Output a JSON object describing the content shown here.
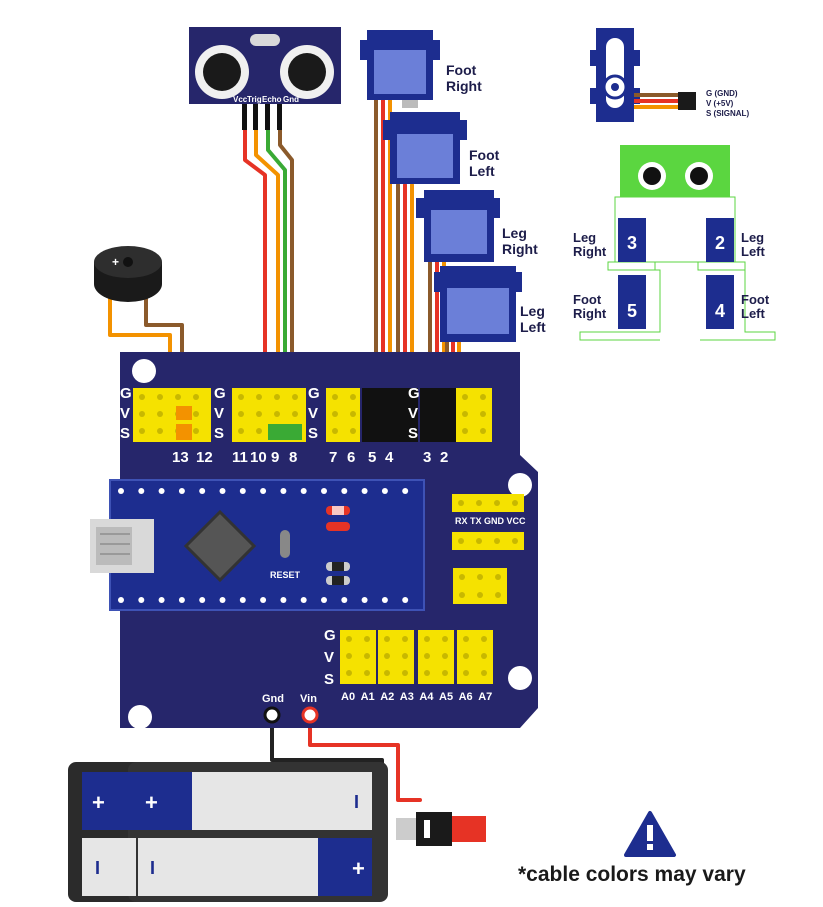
{
  "sensor": {
    "pins": [
      "Vcc",
      "Trig",
      "Echo",
      "Gnd"
    ]
  },
  "servos": {
    "foot_right": "Foot\nRight",
    "foot_left": "Foot\nLeft",
    "leg_right": "Leg\nRight",
    "leg_left": "Leg\nLeft"
  },
  "servo_legend": [
    "G (GND)",
    "V (+5V)",
    "S (SIGNAL)"
  ],
  "robot": {
    "leg_right": {
      "label": "Leg\nRight",
      "num": "3"
    },
    "leg_left": {
      "label": "Leg\nLeft",
      "num": "2"
    },
    "foot_right": {
      "label": "Foot\nRight",
      "num": "5"
    },
    "foot_left": {
      "label": "Foot\nLeft",
      "num": "4"
    }
  },
  "buzzer": {
    "sign": "+"
  },
  "shield": {
    "row_letters": [
      "G",
      "V",
      "S"
    ],
    "digital_groups": [
      {
        "letters": [
          "G",
          "V",
          "S"
        ],
        "pins": [
          "13",
          "12"
        ]
      },
      {
        "letters": [
          "G",
          "V",
          "S"
        ],
        "pins": [
          "11",
          "10",
          "9",
          "8"
        ]
      },
      {
        "letters": [
          "G",
          "V",
          "S"
        ],
        "pins": [
          "7",
          "6",
          "5",
          "4"
        ]
      },
      {
        "letters": [
          "G",
          "V",
          "S"
        ],
        "pins": [
          "3",
          "2"
        ]
      }
    ],
    "serial_label": "RX TX GND VCC",
    "analog_letters": [
      "G",
      "V",
      "S"
    ],
    "analog_pins": [
      "A0",
      "A1",
      "A2",
      "A3",
      "A4",
      "A5",
      "A6",
      "A7"
    ],
    "power_labels": [
      "Gnd",
      "Vin"
    ]
  },
  "nano": {
    "reset_label": "RESET"
  },
  "batteries": {
    "plus": "+",
    "minus": "I"
  },
  "warning": {
    "text": "*cable colors may vary",
    "icon": "warning-icon"
  },
  "colors": {
    "board": "#26266b",
    "header": "#f5e200",
    "wire_red": "#e63325",
    "wire_orange": "#f39200",
    "wire_brown": "#8b5a2b",
    "wire_green": "#3aaa35",
    "servo_blue": "#1d2d8f",
    "robot_green": "#5bd640"
  }
}
